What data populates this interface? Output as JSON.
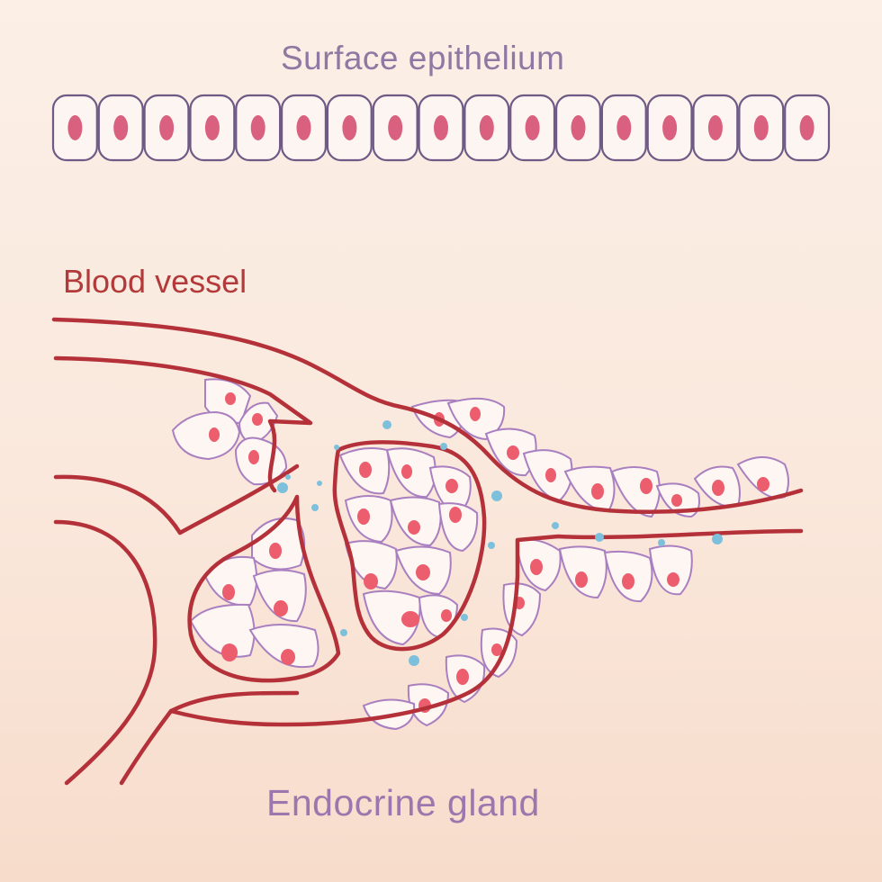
{
  "labels": {
    "surface_epithelium": "Surface epithelium",
    "blood_vessel": "Blood vessel",
    "endocrine_gland": "Endocrine gland"
  },
  "colors": {
    "background_top": "#fbefe6",
    "background_bottom": "#f7dccb",
    "cell_outline": "#6f5a86",
    "cell_fill": "#fdf5f1",
    "epithelium_nucleus": "#d9607f",
    "vessel_wall": "#b5313a",
    "gland_cell_outline": "#a97fc0",
    "gland_nucleus": "#ec5d6e",
    "hormone_dot": "#7cc0dc"
  },
  "counts": {
    "epithelium_cells": 17
  },
  "icons": {
    "epithelium_cell": "cell-with-nucleus",
    "gland_cell": "gland-cell",
    "hormone": "hormone-dot"
  }
}
